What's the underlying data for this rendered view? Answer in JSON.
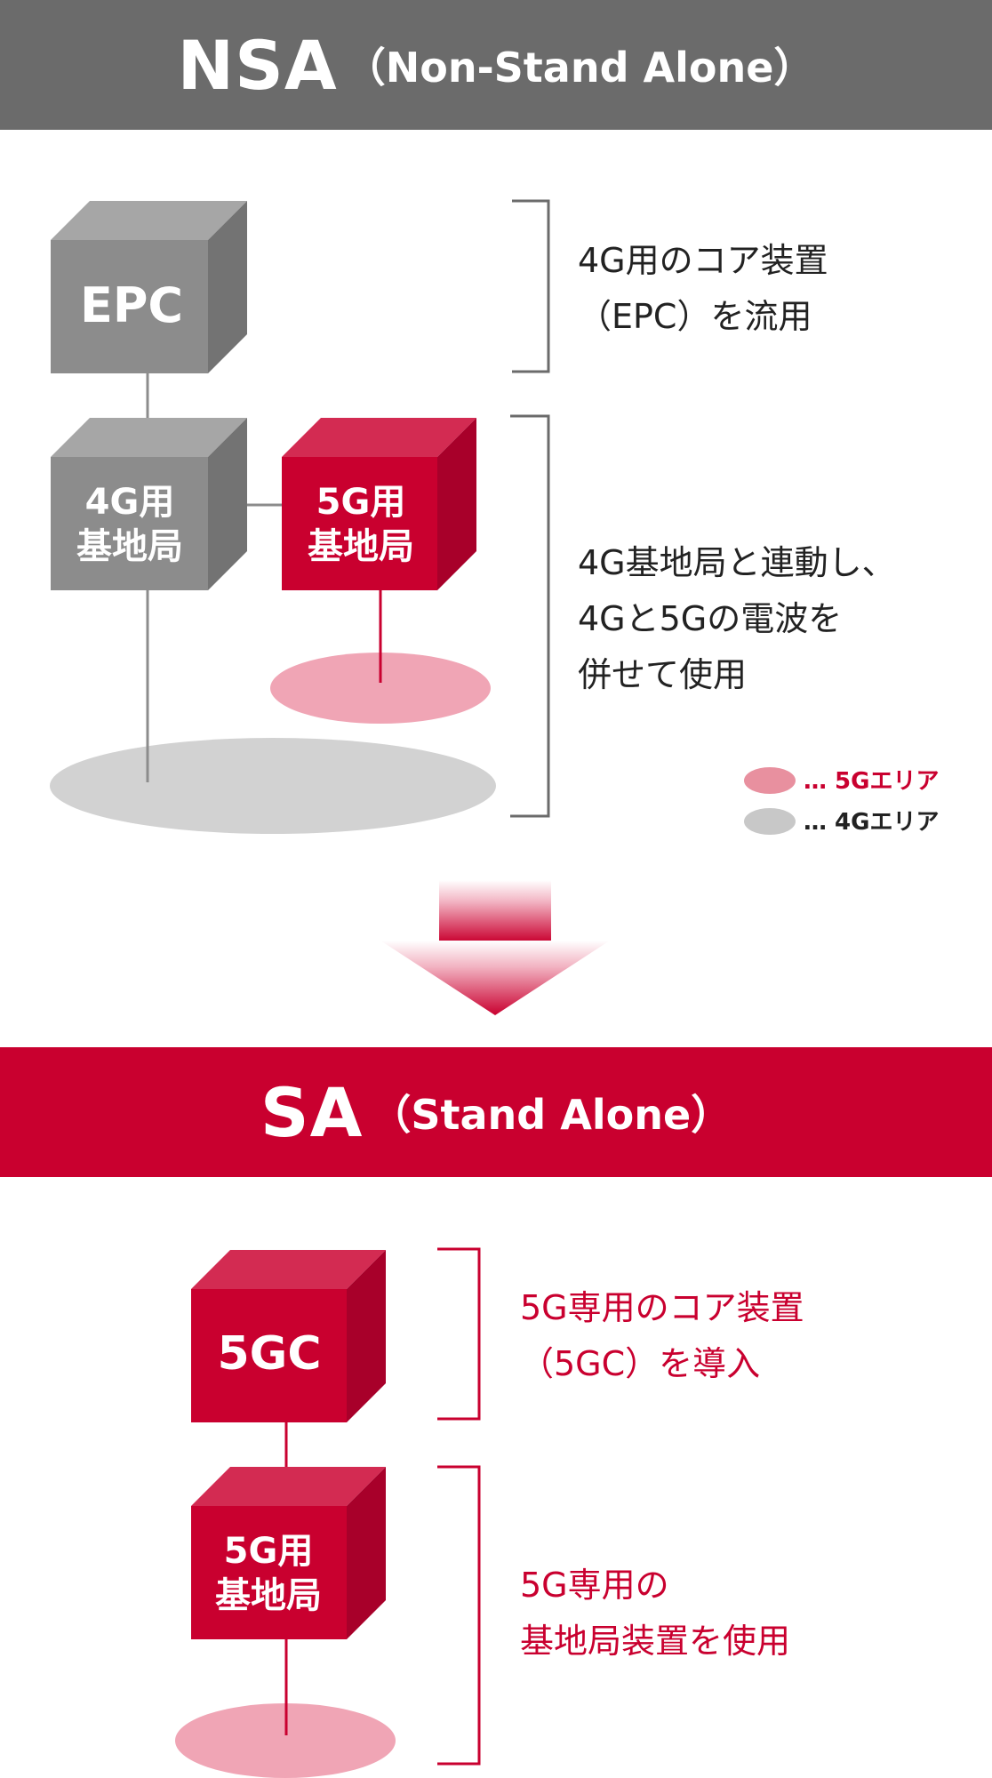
{
  "nsa": {
    "title": "NSA",
    "subtitle": "（Non-Stand Alone）",
    "epc_label": "EPC",
    "bs4g_label": [
      "4G用",
      "基地局"
    ],
    "bs5g_label": [
      "5G用",
      "基地局"
    ],
    "desc1": [
      "4G用のコア装置",
      "（EPC）を流用"
    ],
    "desc2": [
      "4G基地局と連動し、",
      "4Gと5Gの電波を",
      "併せて使用"
    ]
  },
  "legend": {
    "area5g": "… 5Gエリア",
    "area4g": "… 4Gエリア"
  },
  "sa": {
    "title": "SA",
    "subtitle": "（Stand Alone）",
    "core_label": "5GC",
    "bs5g_label": [
      "5G用",
      "基地局"
    ],
    "desc1": [
      "5G専用のコア装置",
      "（5GC）を導入"
    ],
    "desc2": [
      "5G専用の",
      "基地局装置を使用"
    ]
  },
  "colors": {
    "gray_dark": "#6b6b6b",
    "gray_cube": "#8c8c8c",
    "red": "#c9002f",
    "pink_area": "#f0a5b5",
    "gray_area": "#d2d2d2"
  }
}
